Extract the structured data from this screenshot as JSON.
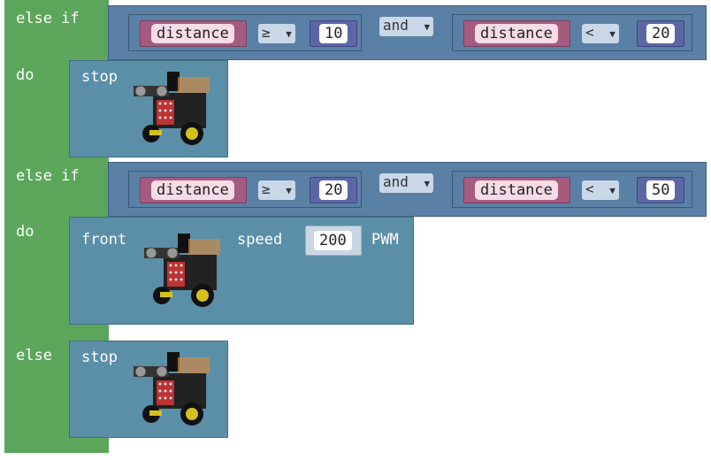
{
  "blocks": {
    "elseif1": {
      "label": "else if",
      "left": {
        "var": "distance",
        "op": "≥",
        "num": "10"
      },
      "logic": "and",
      "right": {
        "var": "distance",
        "op": "<",
        "num": "20"
      }
    },
    "do1": {
      "label": "do",
      "action": "stop"
    },
    "elseif2": {
      "label": "else if",
      "left": {
        "var": "distance",
        "op": "≥",
        "num": "20"
      },
      "logic": "and",
      "right": {
        "var": "distance",
        "op": "<",
        "num": "50"
      }
    },
    "do2": {
      "label": "do",
      "action": "front",
      "speed_label": "speed",
      "speed_value": "200",
      "unit": "PWM"
    },
    "else": {
      "label": "else",
      "action": "stop"
    }
  },
  "icons": {
    "dropdown": "triangle-down-icon",
    "robot": "robot-car-icon"
  },
  "colors": {
    "control": "#5ca65c",
    "logic": "#5b80a5",
    "variable": "#a55b80",
    "math": "#5b67a5",
    "robot_action": "#5b8fa8"
  }
}
